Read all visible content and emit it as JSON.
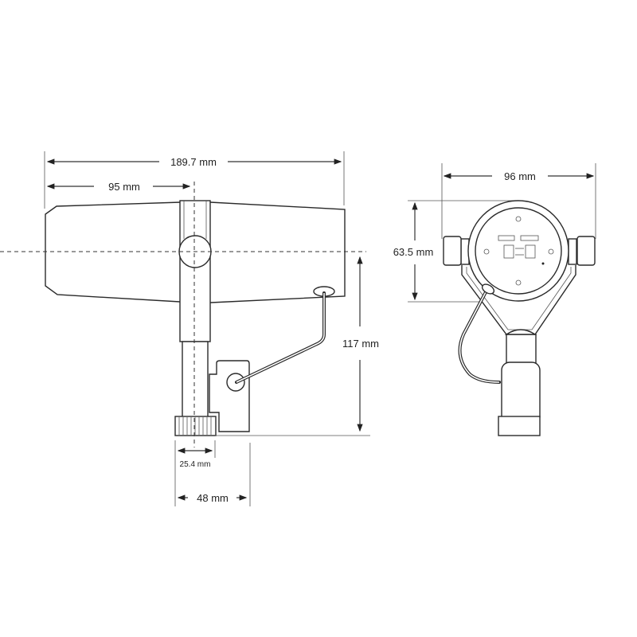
{
  "title": "Microphone dimensions diagram",
  "side_view": {
    "overall_length": "189.7 mm",
    "pivot_distance": "95 mm",
    "height_to_axis": "117 mm",
    "thread_diameter": "25.4 mm",
    "mount_depth": "48 mm"
  },
  "front_view": {
    "overall_width": "96 mm",
    "body_diameter": "63.5 mm"
  },
  "colors": {
    "line": "#2a2a2a",
    "background": "#ffffff"
  }
}
